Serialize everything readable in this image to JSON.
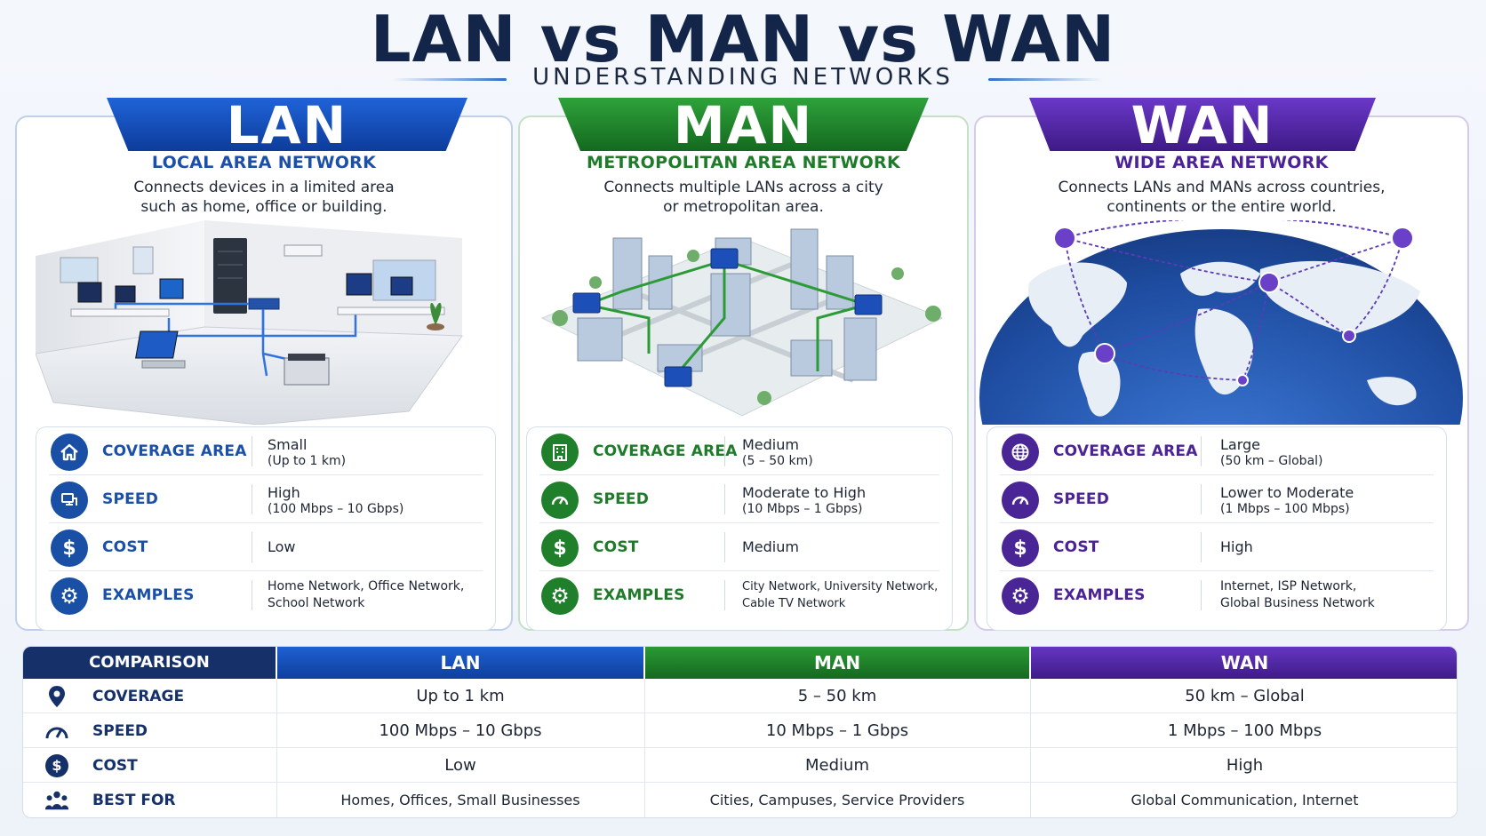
{
  "header": {
    "title": "LAN vs MAN vs WAN",
    "subtitle": "UNDERSTANDING NETWORKS"
  },
  "colors": {
    "lan": "#1a4fa6",
    "man": "#1f7f2b",
    "wan": "#4a2596",
    "navy": "#16306a"
  },
  "lan": {
    "banner": "LAN",
    "full_name": "LOCAL AREA NETWORK",
    "desc_line1": "Connects devices in a limited area",
    "desc_line2": "such as home, office or building.",
    "illustration": "office-network-illustration",
    "props": {
      "coverage": {
        "label": "COVERAGE AREA",
        "value": "Small",
        "detail": "(Up to 1 km)",
        "icon": "home-icon"
      },
      "speed": {
        "label": "SPEED",
        "value": "High",
        "detail": "(100 Mbps – 10 Gbps)",
        "icon": "network-speed-icon"
      },
      "cost": {
        "label": "COST",
        "value": "Low",
        "icon": "dollar-icon"
      },
      "examples": {
        "label": "EXAMPLES",
        "line1": "Home Network, Office Network,",
        "line2": "School Network",
        "icon": "gear-icon"
      }
    }
  },
  "man": {
    "banner": "MAN",
    "full_name": "METROPOLITAN AREA NETWORK",
    "desc_line1": "Connects multiple LANs across a city",
    "desc_line2": "or metropolitan area.",
    "illustration": "city-network-illustration",
    "props": {
      "coverage": {
        "label": "COVERAGE AREA",
        "value": "Medium",
        "detail": "(5 – 50 km)",
        "icon": "building-icon"
      },
      "speed": {
        "label": "SPEED",
        "value": "Moderate to High",
        "detail": "(10 Mbps – 1 Gbps)",
        "icon": "speedometer-icon"
      },
      "cost": {
        "label": "COST",
        "value": "Medium",
        "icon": "dollar-icon"
      },
      "examples": {
        "label": "EXAMPLES",
        "line1": "City Network, University Network,",
        "line2": "Cable TV Network",
        "icon": "gear-icon"
      }
    }
  },
  "wan": {
    "banner": "WAN",
    "full_name": "WIDE AREA NETWORK",
    "desc_line1": "Connects LANs and MANs across countries,",
    "desc_line2": "continents or the entire world.",
    "illustration": "globe-network-illustration",
    "props": {
      "coverage": {
        "label": "COVERAGE AREA",
        "value": "Large",
        "detail": "(50 km – Global)",
        "icon": "globe-icon"
      },
      "speed": {
        "label": "SPEED",
        "value": "Lower to Moderate",
        "detail": "(1 Mbps – 100 Mbps)",
        "icon": "speedometer-icon"
      },
      "cost": {
        "label": "COST",
        "value": "High",
        "icon": "dollar-icon"
      },
      "examples": {
        "label": "EXAMPLES",
        "line1": "Internet, ISP Network,",
        "line2": "Global Business Network",
        "icon": "gear-icon"
      }
    }
  },
  "comparison": {
    "header": [
      "COMPARISON",
      "LAN",
      "MAN",
      "WAN"
    ],
    "rows": [
      {
        "label": "COVERAGE",
        "icon": "location-pin-icon",
        "lan": "Up to 1 km",
        "man": "5 – 50 km",
        "wan": "50 km – Global"
      },
      {
        "label": "SPEED",
        "icon": "speedometer-icon",
        "lan": "100 Mbps – 10 Gbps",
        "man": "10 Mbps – 1 Gbps",
        "wan": "1 Mbps – 100 Mbps"
      },
      {
        "label": "COST",
        "icon": "dollar-icon",
        "lan": "Low",
        "man": "Medium",
        "wan": "High"
      },
      {
        "label": "BEST FOR",
        "icon": "people-icon",
        "lan": "Homes, Offices, Small Businesses",
        "man": "Cities, Campuses, Service Providers",
        "wan": "Global Communication, Internet"
      }
    ]
  }
}
